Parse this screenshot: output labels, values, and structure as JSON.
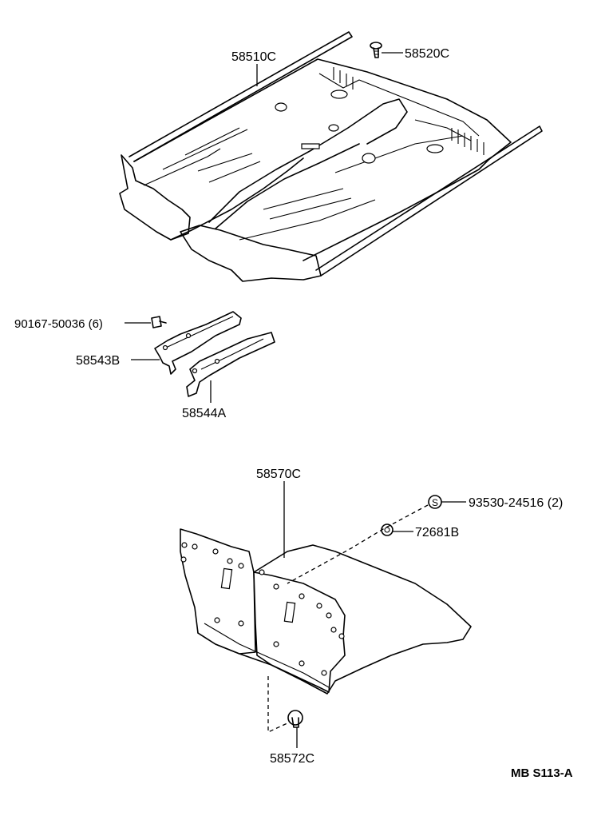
{
  "parts": {
    "floor_carpet": "58510C",
    "clip_58520": "58520C",
    "screw_90167": "90167-50036 (6)",
    "bracket_58543": "58543B",
    "bracket_58544": "58544A",
    "floor_silencer": "58570C",
    "s_nut": "93530-24516 (2)",
    "clip_72681": "72681B",
    "clip_58572": "58572C"
  },
  "s_symbol": "S",
  "diagram_code": "MB S113-A"
}
